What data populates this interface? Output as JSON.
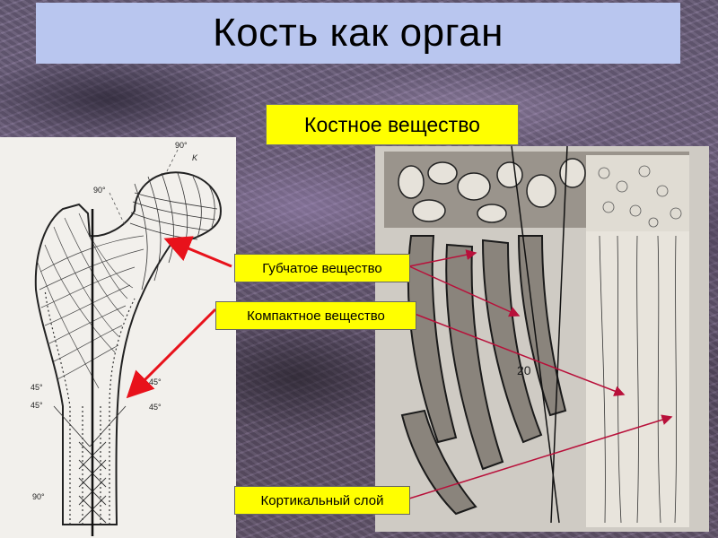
{
  "slide": {
    "title": "Кость как орган",
    "subtitle": "Костное вещество"
  },
  "labels": {
    "spongy": "Губчатое вещество",
    "compact": "Компактное вещество",
    "cortical": "Кортикальный слой"
  },
  "diagram_annotations": {
    "angle_90_top": "90°",
    "letter_k": "K",
    "angle_90_left": "90°",
    "angle_45_a": "45°",
    "angle_45_b": "45°",
    "angle_45_c": "45°",
    "angle_45_d": "45°",
    "angle_90_bottom": "90°",
    "micro_number": "20"
  },
  "colors": {
    "title_bg": "#b9c6ef",
    "label_bg": "#ffff00",
    "arrow_red": "#e8121b",
    "arrow_pointer": "#b8103a"
  }
}
